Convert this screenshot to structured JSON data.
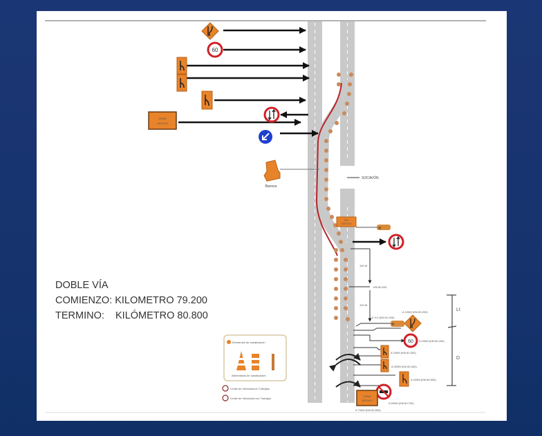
{
  "slide": {
    "background_color": "#1a3572",
    "panel_color": "#ffffff"
  },
  "project_info": {
    "line1": "DOBLE VÍA",
    "line2": "COMIENZO: KILOMETRO 79.200",
    "line3": "TERMINO:    KILÓMETRO 80.800"
  },
  "diagram": {
    "colors": {
      "road": "#c9c9c9",
      "sign_orange": "#e8832a",
      "detour_line": "#b8262c",
      "cone_dot": "#c98a5a",
      "blue_sign": "#1f3fd0"
    },
    "signs_left": [
      {
        "id": "merge-diamond",
        "label": "lane-merge-sign"
      },
      {
        "id": "speed-60",
        "label": "60"
      },
      {
        "id": "lane-shift-1",
        "label": "lane-shift-sign"
      },
      {
        "id": "lane-shift-2",
        "label": "lane-shift-sign"
      },
      {
        "id": "lane-shift-3",
        "label": "lane-shift-sign"
      },
      {
        "id": "two-way",
        "label": "two-way-traffic-sign"
      },
      {
        "id": "zona-desvio",
        "label": "ZONA DESVIO"
      },
      {
        "id": "keep-left",
        "label": "keep-left-sign"
      }
    ],
    "barrier_label": "Barrera",
    "socavon_label": "SOCAVÓN",
    "fin_desvio_label": "FIN DESVIO",
    "zona_desvio_label": "ZONA DESVIO",
    "speed_value": "60",
    "distance_labels": {
      "d1": "100 M",
      "d2": "100 M",
      "km1": "KM 80,000",
      "km2": "K 0,0 (KM 81,000)",
      "lt": "Lt",
      "d": "D"
    },
    "right_side_labels": [
      "A 100M (KM 80,200)",
      "A 150M (KM 80,250)",
      "A 200M (KM 80,300)",
      "A 300M (KM 80,400)",
      "A 400M (KM 80,500)",
      "A 500M (KM 80,700)",
      "A 700M (KM 80,800)"
    ],
    "legend": {
      "title": "Elementos de canalización",
      "subtitle": "Alternativas de canalización",
      "item1": "Límite de Velocidad en Trabajos",
      "item2": "Límite de Velocidad con Trabajos"
    }
  }
}
